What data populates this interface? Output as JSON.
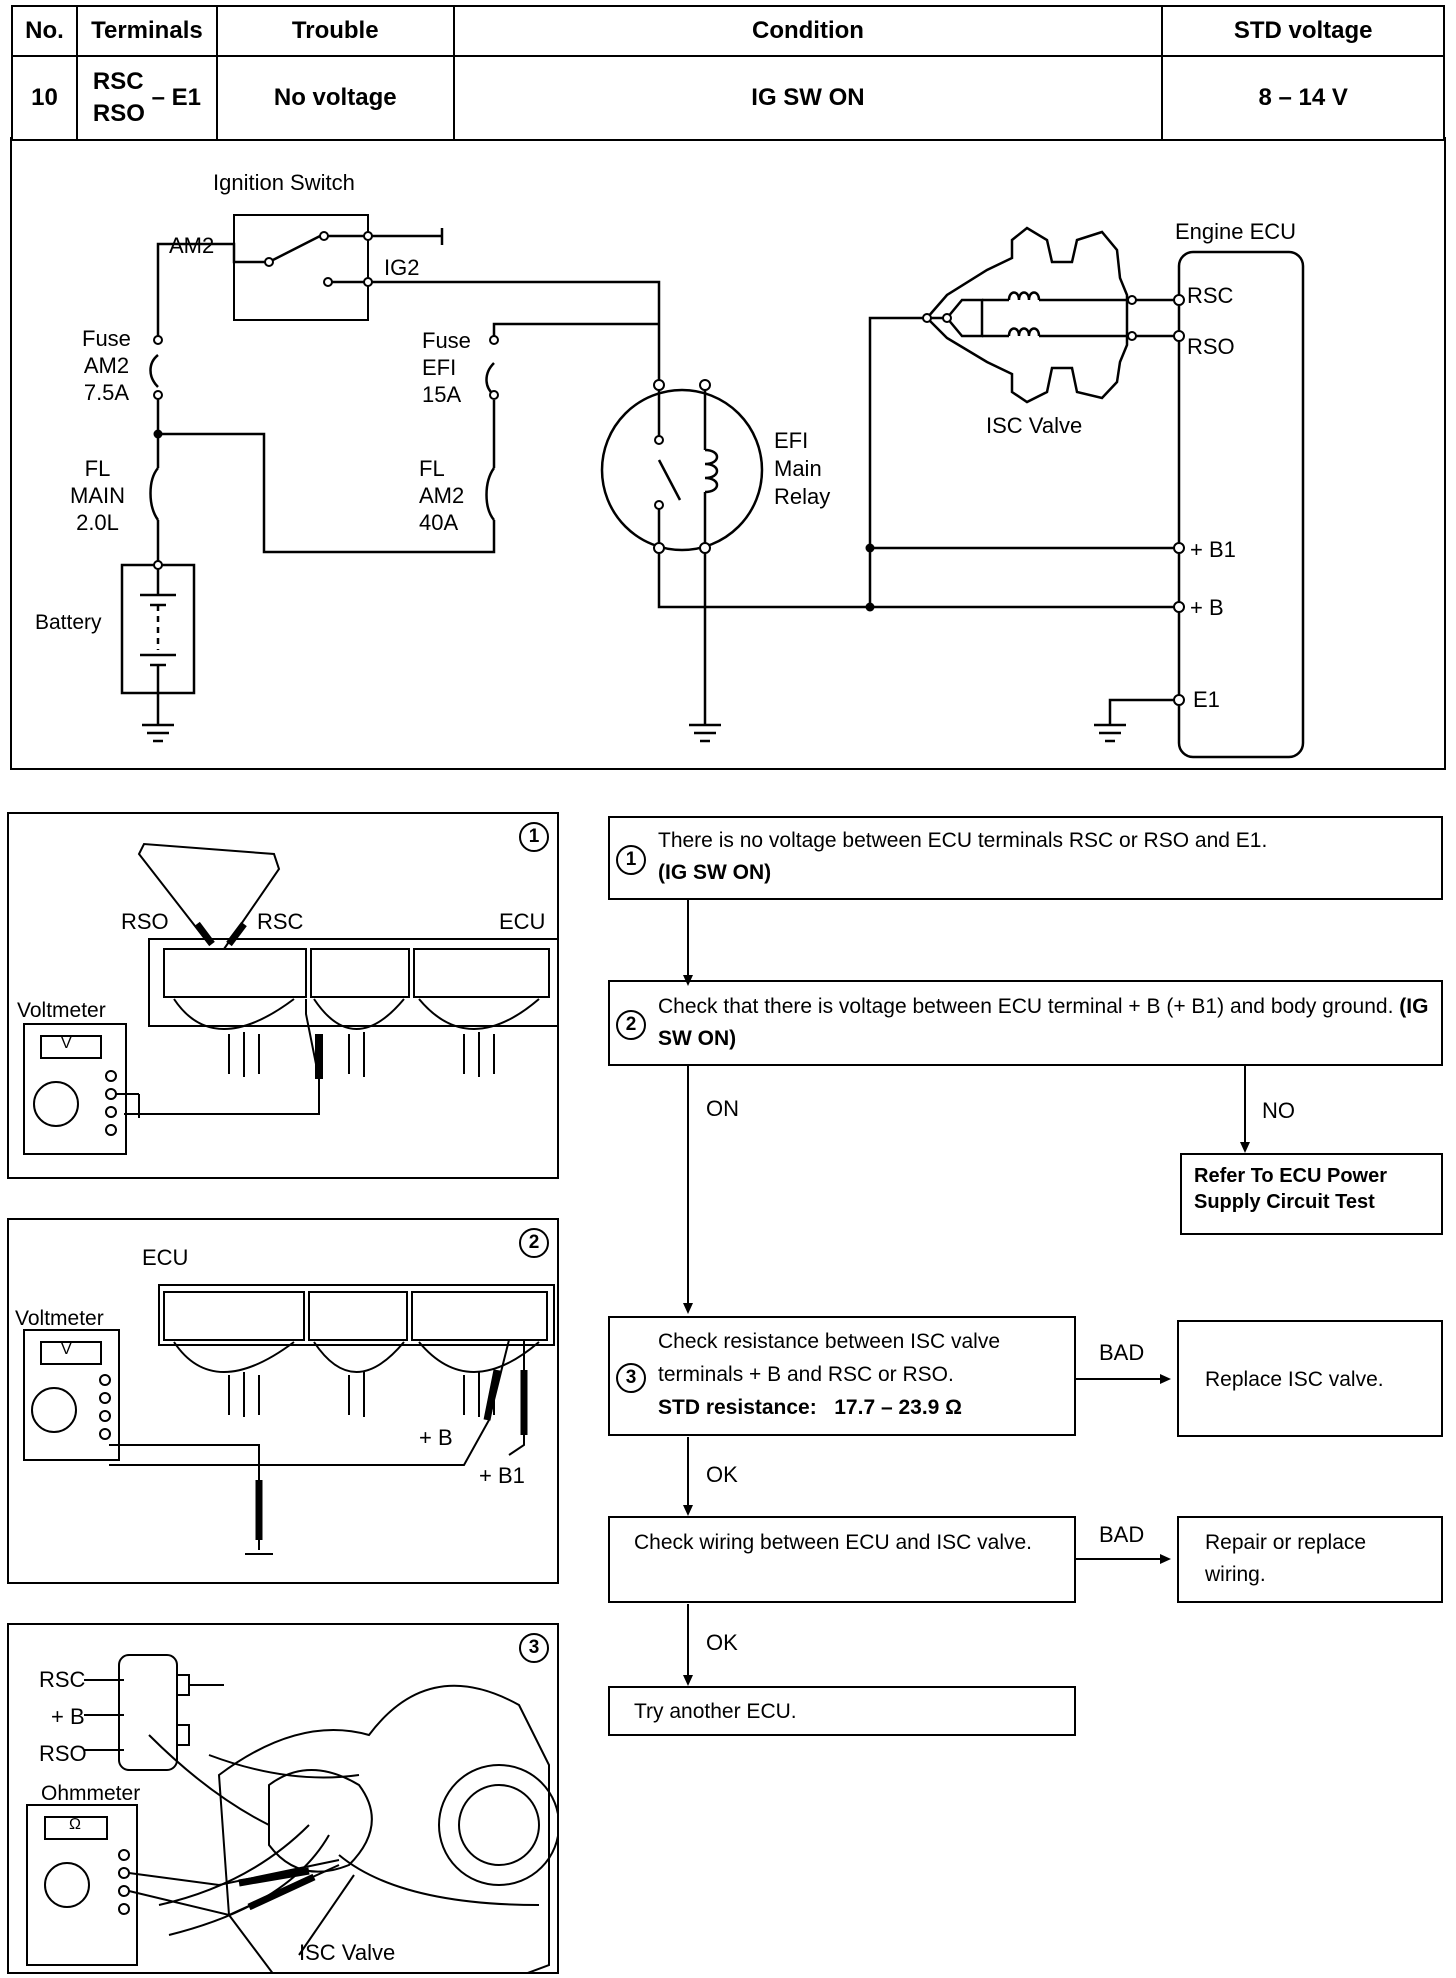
{
  "table": {
    "headers": [
      "No.",
      "Terminals",
      "Trouble",
      "Condition",
      "STD voltage"
    ],
    "row": {
      "no": "10",
      "terminal_top": "RSC",
      "terminal_bottom": "RSO",
      "terminal_suffix": "– E1",
      "trouble": "No voltage",
      "condition": "IG SW ON",
      "std_voltage": "8 – 14 V"
    }
  },
  "wiring": {
    "ignition_switch": "Ignition Switch",
    "am2": "AM2",
    "ig2": "IG2",
    "fuse_am2": [
      "Fuse",
      "AM2",
      "7.5A"
    ],
    "fl_main": [
      "FL",
      "MAIN",
      "2.0L"
    ],
    "battery": "Battery",
    "fuse_efi": [
      "Fuse",
      "EFI",
      "15A"
    ],
    "fl_am2": [
      "FL",
      "AM2",
      "40A"
    ],
    "efi_relay": [
      "EFI",
      "Main",
      "Relay"
    ],
    "isc_valve": "ISC Valve",
    "engine_ecu": "Engine ECU",
    "pins": [
      "RSC",
      "RSO",
      "+ B1",
      "+ B",
      "E1"
    ]
  },
  "inset1": {
    "num": "1",
    "rso": "RSO",
    "rsc": "RSC",
    "ecu": "ECU",
    "voltmeter": "Voltmeter",
    "meter_display": "V"
  },
  "inset2": {
    "num": "2",
    "ecu": "ECU",
    "voltmeter": "Voltmeter",
    "meter_display": "V",
    "plus_b": "+ B",
    "plus_b1": "+ B1"
  },
  "inset3": {
    "num": "3",
    "rsc": "RSC",
    "plus_b": "+ B",
    "rso": "RSO",
    "ohmmeter": "Ohmmeter",
    "meter_display": "Ω",
    "isc_valve": "ISC Valve"
  },
  "flow": {
    "step1": {
      "num": "1",
      "text": "There is no voltage between ECU terminals RSC or RSO and E1.",
      "bold": "(IG SW ON)"
    },
    "step2": {
      "num": "2",
      "text": "Check that there is voltage between ECU terminal + B (+ B1) and body ground.",
      "bold": "(IG SW ON)"
    },
    "on": "ON",
    "no": "NO",
    "refer": "Refer To ECU Power Supply Circuit Test",
    "step3": {
      "num": "3",
      "line1": "Check resistance between ISC valve",
      "line2": "terminals + B and RSC or RSO.",
      "line3_label": "STD resistance:",
      "line3_value": "17.7 – 23.9 Ω"
    },
    "bad1": "BAD",
    "replace_isc": "Replace ISC valve.",
    "ok1": "OK",
    "check_wiring": "Check wiring between ECU and ISC valve.",
    "bad2": "BAD",
    "repair": "Repair or replace wiring.",
    "ok2": "OK",
    "try_ecu": "Try another ECU."
  }
}
